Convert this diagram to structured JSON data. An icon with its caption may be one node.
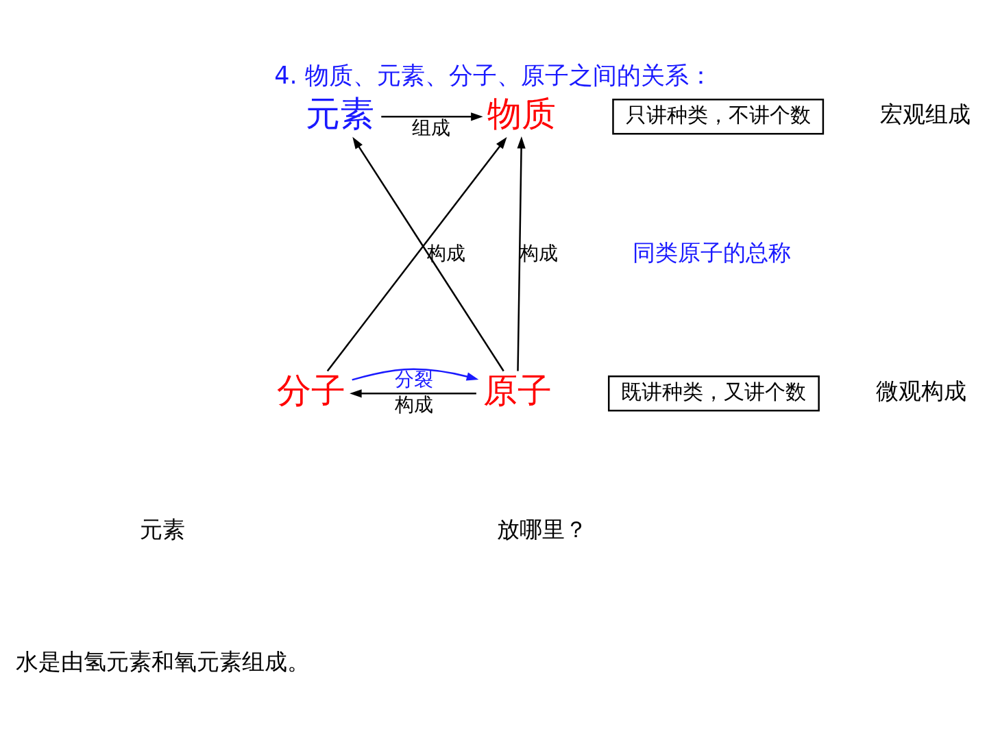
{
  "diagram": {
    "title": "4. 物质、元素、分子、原子之间的关系：",
    "nodes": [
      {
        "text": [
          "物质"
        ]
      },
      {
        "text": [
          "元素"
        ]
      },
      {
        "text": [
          "分子"
        ]
      },
      {
        "text": [
          "原子"
        ]
      },
      {
        "text": [
          "只讲种类，不讲个数"
        ]
      },
      {
        "text": [
          "既讲种类，又讲个数"
        ]
      }
    ],
    "edges": [
      {
        "from": 1,
        "to": 0,
        "arrow": "to",
        "label": "组成"
      },
      {
        "from": 2,
        "to": 0,
        "arrow": "to",
        "label": "构成"
      },
      {
        "from": 3,
        "to": 0,
        "arrow": "to",
        "label": "构成"
      },
      {
        "from": 3,
        "to": 1,
        "arrow": "to"
      },
      {
        "from": 3,
        "to": 2,
        "arrow": "to",
        "label": "构成"
      },
      {
        "from": 2,
        "to": 3,
        "arrow": "to",
        "label": "分裂",
        "color": "#1a1aff"
      }
    ],
    "labels": [
      "宏观组成",
      "同类原子的总称",
      "微观构成",
      "元素",
      "放哪里？",
      "水是由氢元素和氧元素组成。"
    ]
  }
}
